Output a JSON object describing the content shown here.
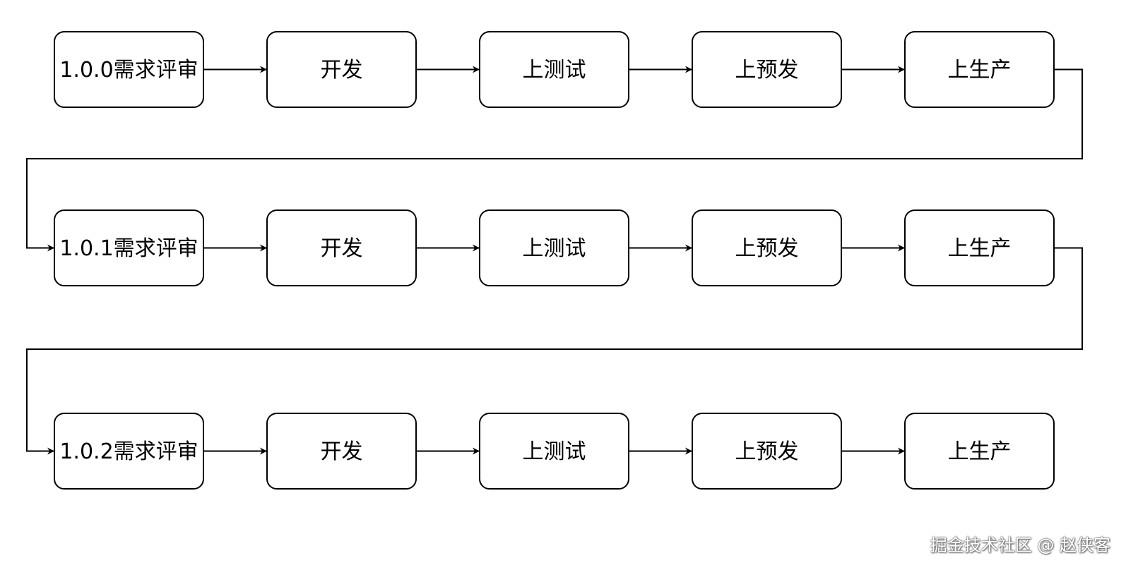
{
  "rows": [
    {
      "steps": [
        {
          "label": "1.0.0需求评审"
        },
        {
          "label": "开发"
        },
        {
          "label": "上测试"
        },
        {
          "label": "上预发"
        },
        {
          "label": "上生产"
        }
      ]
    },
    {
      "steps": [
        {
          "label": "1.0.1需求评审"
        },
        {
          "label": "开发"
        },
        {
          "label": "上测试"
        },
        {
          "label": "上预发"
        },
        {
          "label": "上生产"
        }
      ]
    },
    {
      "steps": [
        {
          "label": "1.0.2需求评审"
        },
        {
          "label": "开发"
        },
        {
          "label": "上测试"
        },
        {
          "label": "上预发"
        },
        {
          "label": "上生产"
        }
      ]
    }
  ],
  "watermark": "掘金技术社区 @ 赵侠客",
  "colors": {
    "stroke": "#000000",
    "background": "#ffffff"
  }
}
